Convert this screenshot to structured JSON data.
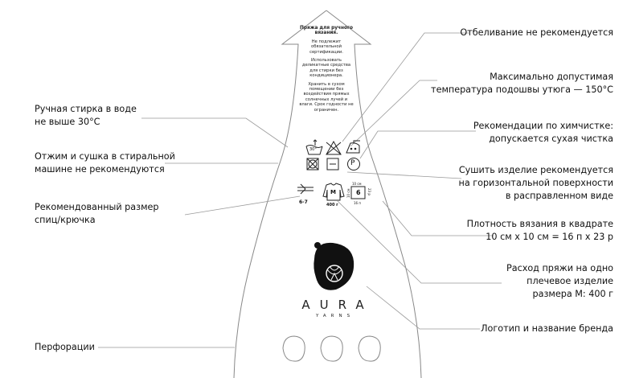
{
  "tag": {
    "title": "Пряжа для ручного вязания.",
    "note": "Не подлежит обязательной сертификации.",
    "washing": "Использовать деликатные средства для стирки без кондиционера.",
    "storage": "Хранить в сухом помещении без воздействия прямых солнечных лучей и влаги. Срок годности не ограничен.",
    "wash_temp": "30°",
    "dryclean_letter": "P",
    "needle_size": "6-7",
    "garment_letter": "M",
    "garment_weight": "400 г",
    "gauge_value": "6",
    "gauge_top": "10 см",
    "gauge_left": "10 см",
    "gauge_right": "23 р",
    "gauge_bottom": "16 п",
    "brand_name": "AURA",
    "brand_sub": "YARNS"
  },
  "labels_left": {
    "hand_wash": [
      "Ручная стирка в воде",
      "не выше 30°C"
    ],
    "spin_dry": [
      "Отжим и сушка в стиральной",
      "машине не рекомендуются"
    ],
    "needle": [
      "Рекомендованный размер",
      "спиц/крючка"
    ],
    "perforation": [
      "Перфорации"
    ]
  },
  "labels_right": {
    "bleach": [
      "Отбеливание не рекомендуется"
    ],
    "iron": [
      "Максимально допустимая",
      "температура подошвы утюга — 150°C"
    ],
    "dryclean": [
      "Рекомендации по химчистке:",
      "допускается сухая чистка"
    ],
    "flat_dry": [
      "Сушить изделие рекомендуется",
      "на горизонтальной поверхности",
      "в расправленном виде"
    ],
    "gauge": [
      "Плотность вязания в квадрате",
      "10 см х 10 см = 16 п х 23 р"
    ],
    "consumption": [
      "Расход пряжи на одно",
      "плечевое изделие",
      "размера М: 400 г"
    ],
    "logo": [
      "Логотип и название бренда"
    ]
  }
}
